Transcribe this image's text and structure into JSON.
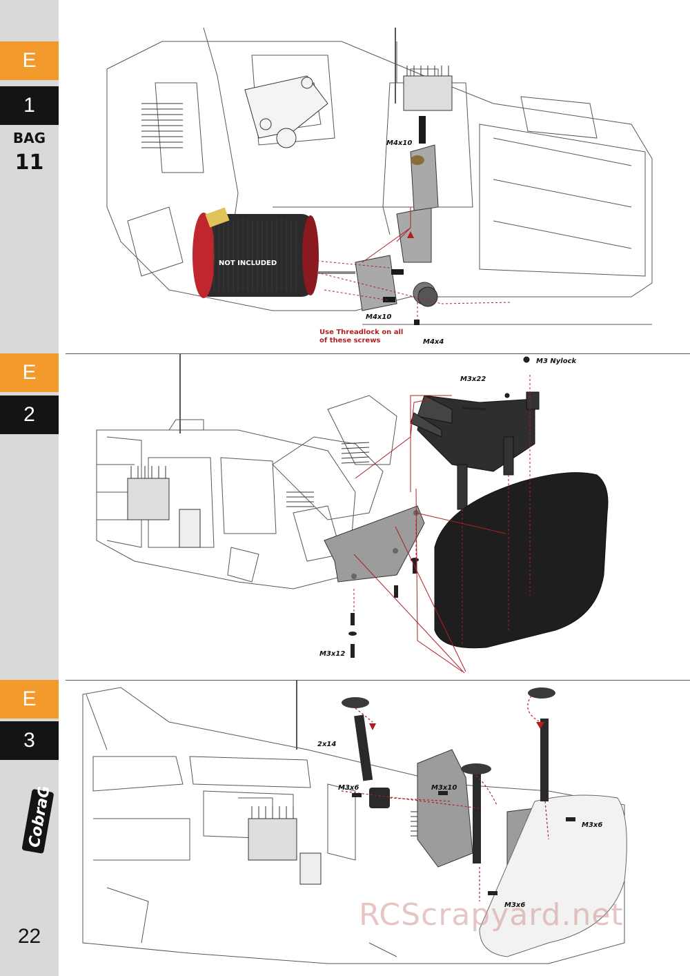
{
  "sidebar": {
    "steps": [
      {
        "letter": "E",
        "number": "1"
      },
      {
        "letter": "E",
        "number": "2"
      },
      {
        "letter": "E",
        "number": "3"
      }
    ],
    "bag_label": "BAG",
    "bag_number": "11",
    "logo_text": "CobraGTe",
    "page_number": "22"
  },
  "step1": {
    "motor_label": "NOT INCLUDED",
    "screw_top": "M4x10",
    "screw_bottom": "M4x10",
    "grub_screw": "M4x4",
    "threadlock_line1": "Use Threadlock on all",
    "threadlock_line2": "of these screws"
  },
  "step2": {
    "nylock": "M3 Nylock",
    "screw_long": "M3x22",
    "screw_short": "M3x12"
  },
  "step3": {
    "pin": "2x14",
    "screw_a": "M3x6",
    "screw_b": "M3x10",
    "screw_c": "M3x6",
    "screw_d": "M3x6"
  },
  "watermark": "RCScrapyard.net",
  "colors": {
    "orange": "#f39a2c",
    "black": "#141414",
    "red": "#b01e24",
    "sidebar": "#d9d9d9"
  }
}
